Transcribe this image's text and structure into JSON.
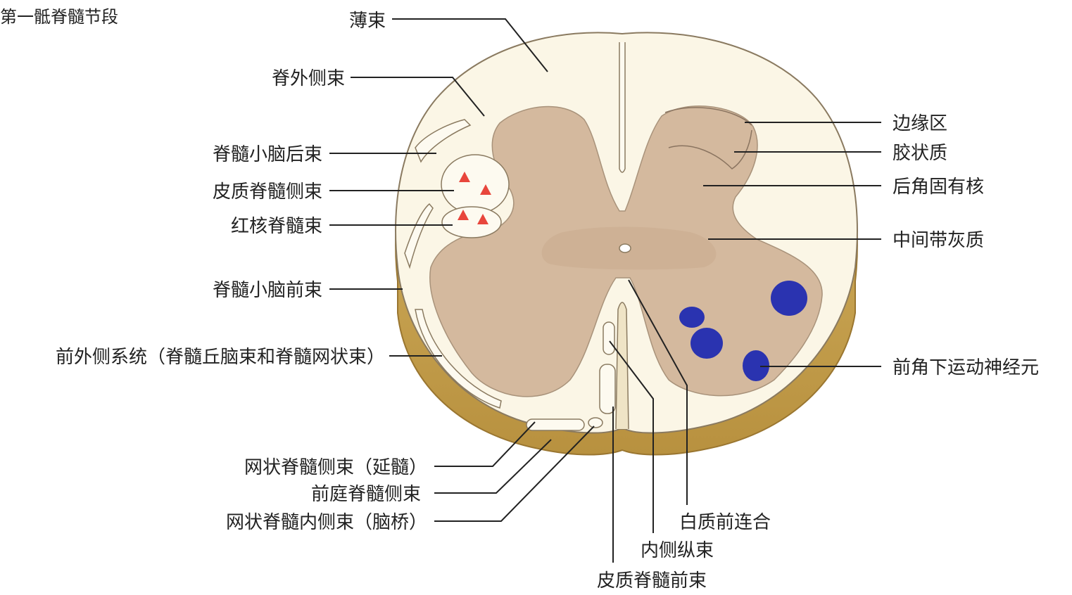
{
  "title": "第一骶脊髓节段",
  "labels": {
    "bo_shu": "薄束",
    "ji_wai_ce_shu": "脊外侧束",
    "ji_sui_xiao_nao_hou_shu": "脊髓小脑后束",
    "pi_zhi_ji_sui_ce_shu": "皮质脊髓侧束",
    "hong_he_ji_sui_shu": "红核脊髓束",
    "ji_sui_xiao_nao_qian_shu": "脊髓小脑前束",
    "qian_wai_ce_xi_tong": "前外侧系统（脊髓丘脑束和脊髓网状束）",
    "wang_zhuang_ji_sui_ce_shu": "网状脊髓侧束（延髓）",
    "qian_ting_ji_sui_ce_shu": "前庭脊髓侧束",
    "wang_zhuang_ji_sui_nei_ce_shu": "网状脊髓内侧束（脑桥）",
    "bian_yuan_qu": "边缘区",
    "jiao_zhuang_zhi": "胶状质",
    "hou_jiao_gu_you_he": "后角固有核",
    "zhong_jian_dai_hui_zhi": "中间带灰质",
    "qian_jiao_xia_yun_dong_shen_jing_yuan": "前角下运动神经元",
    "bai_zhi_qian_lian_he": "白质前连合",
    "nei_ce_zong_shu": "内侧纵束",
    "pi_zhi_ji_sui_qian_shu": "皮质脊髓前束"
  },
  "colors": {
    "white_matter": "#fbf6e6",
    "gray_matter": "#d4b99e",
    "gray_matter_dark": "#c9ab8f",
    "rim": "#c9a456",
    "rim_dark": "#9a7630",
    "outline": "#8a7a60",
    "motor_neurons": "#2a33b0",
    "corticospinal_markers": "#e8463c",
    "text": "#222222"
  }
}
